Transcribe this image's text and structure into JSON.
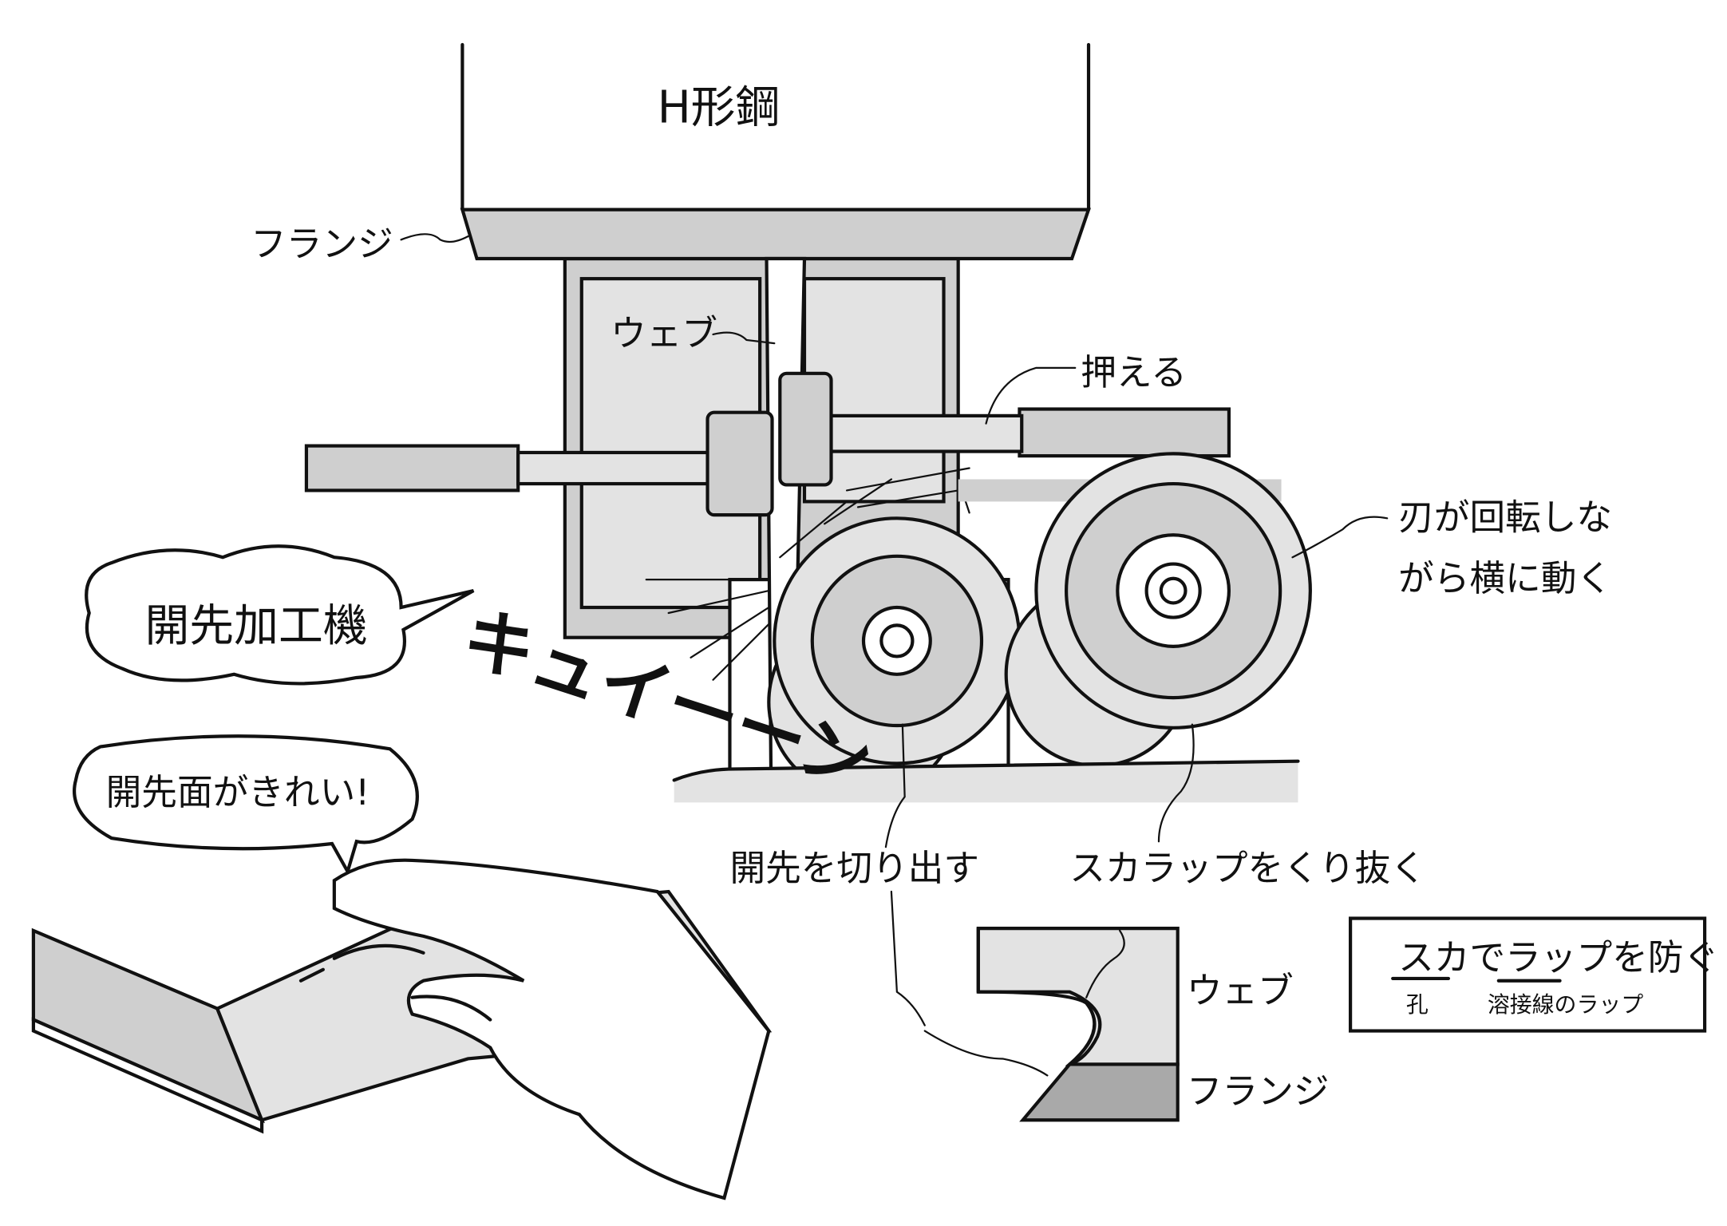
{
  "title": "H形鋼",
  "labels": {
    "flange": "フランジ",
    "web": "ウェブ",
    "press": "押える",
    "blade_line1": "刃が回転しな",
    "blade_line2": "がら横に動く",
    "cut_groove": "開先を切り出す",
    "cut_scallop": "スカラップをくり抜く",
    "detail_web": "ウェブ",
    "detail_flange": "フランジ"
  },
  "bubbles": {
    "machine": "開先加工機",
    "comment": "開先面がきれい!"
  },
  "sound_effect": "キュイーーン",
  "note_box": {
    "line1_a": "スカ",
    "line1_b": "で",
    "line1_c": "ラップ",
    "line1_d": "を防ぐ",
    "sub_a": "孔",
    "sub_b": "溶接線のラップ"
  }
}
